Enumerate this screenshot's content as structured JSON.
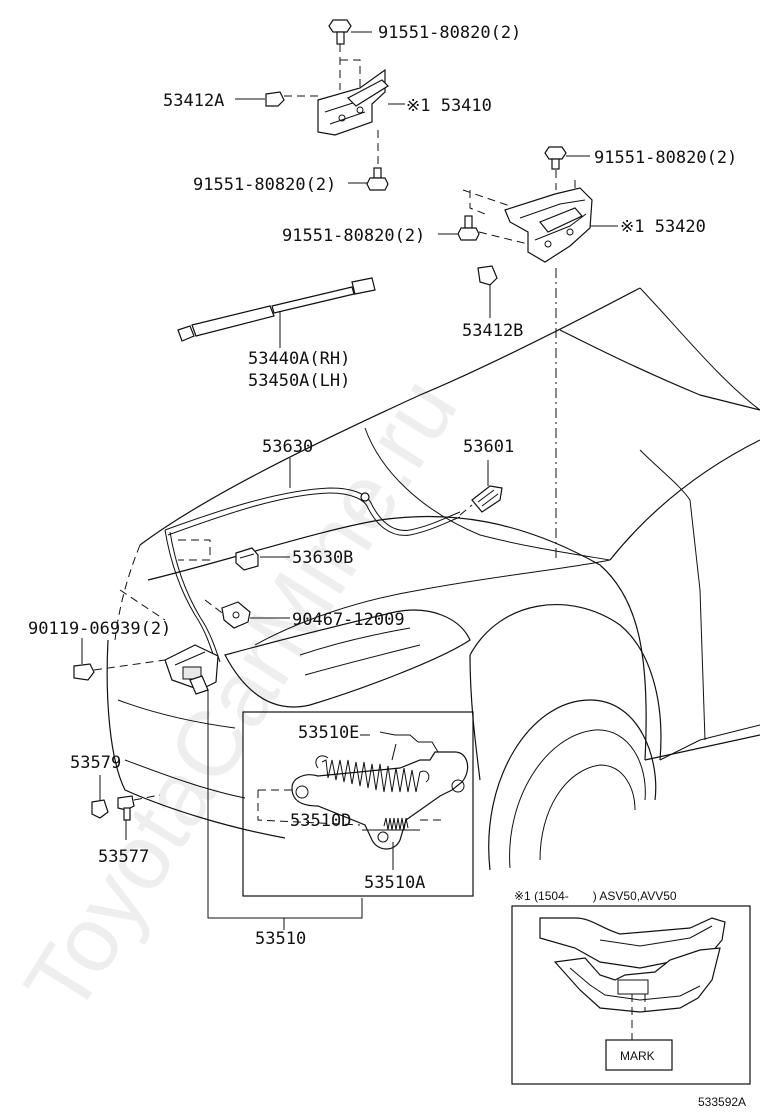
{
  "watermark": "ToyotaCarMine.ru",
  "labels": {
    "bolt_top": "91551-80820(2)",
    "hinge_lh_clip": "53412A",
    "hinge_lh": "※1 53410",
    "bolt_lh_lower": "91551-80820(2)",
    "bolt_rh_top": "91551-80820(2)",
    "bolt_rh_mid": "91551-80820(2)",
    "hinge_rh": "※1 53420",
    "hinge_rh_clip": "53412B",
    "strut_rh": "53440A(RH)",
    "strut_lh": "53450A(LH)",
    "cable": "53630",
    "lever": "53601",
    "cable_clamp": "53630B",
    "clamp": "90467-12009",
    "lock_bolt": "90119-06939(2)",
    "spring_e": "53510E",
    "spring_d": "53510D",
    "spring_a": "53510A",
    "lock_assy": "53510",
    "cushion": "53579",
    "bolt_bumper": "53577",
    "inset_title": "※1 (1504-　　) ASV50,AVV50",
    "mark": "MARK",
    "diagram_id": "533592A"
  }
}
